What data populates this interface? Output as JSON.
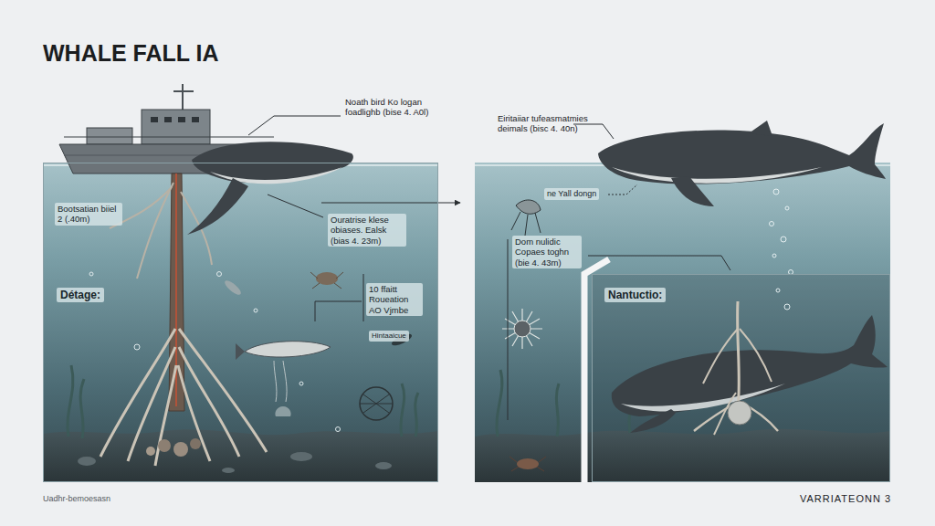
{
  "diagram": {
    "title": "WHALE FALL IA",
    "nodes": [
      {
        "text": [
          "Détage:"
        ]
      },
      {
        "text": [
          "Nantuctio:"
        ]
      }
    ],
    "labels": [
      "Noath bird Ko logan foadlighb (bise 4. A0l)",
      "Eiritaiiar tufeasmatmies deimals (bisc 4. 40n)",
      "ne Yall dongn",
      "Bootsatian biiel 2 (.40m)",
      "Ouratrise klese obiases. Ealsk (bias 4. 23m)",
      "Dom nulidic Copaes toghn (bie 4. 43m)",
      "10 ffaitt Roueation AO Vjmbe",
      "Hintaaicue",
      "Uadhr-bemoesasn",
      "VARRIATEONN 3"
    ]
  }
}
